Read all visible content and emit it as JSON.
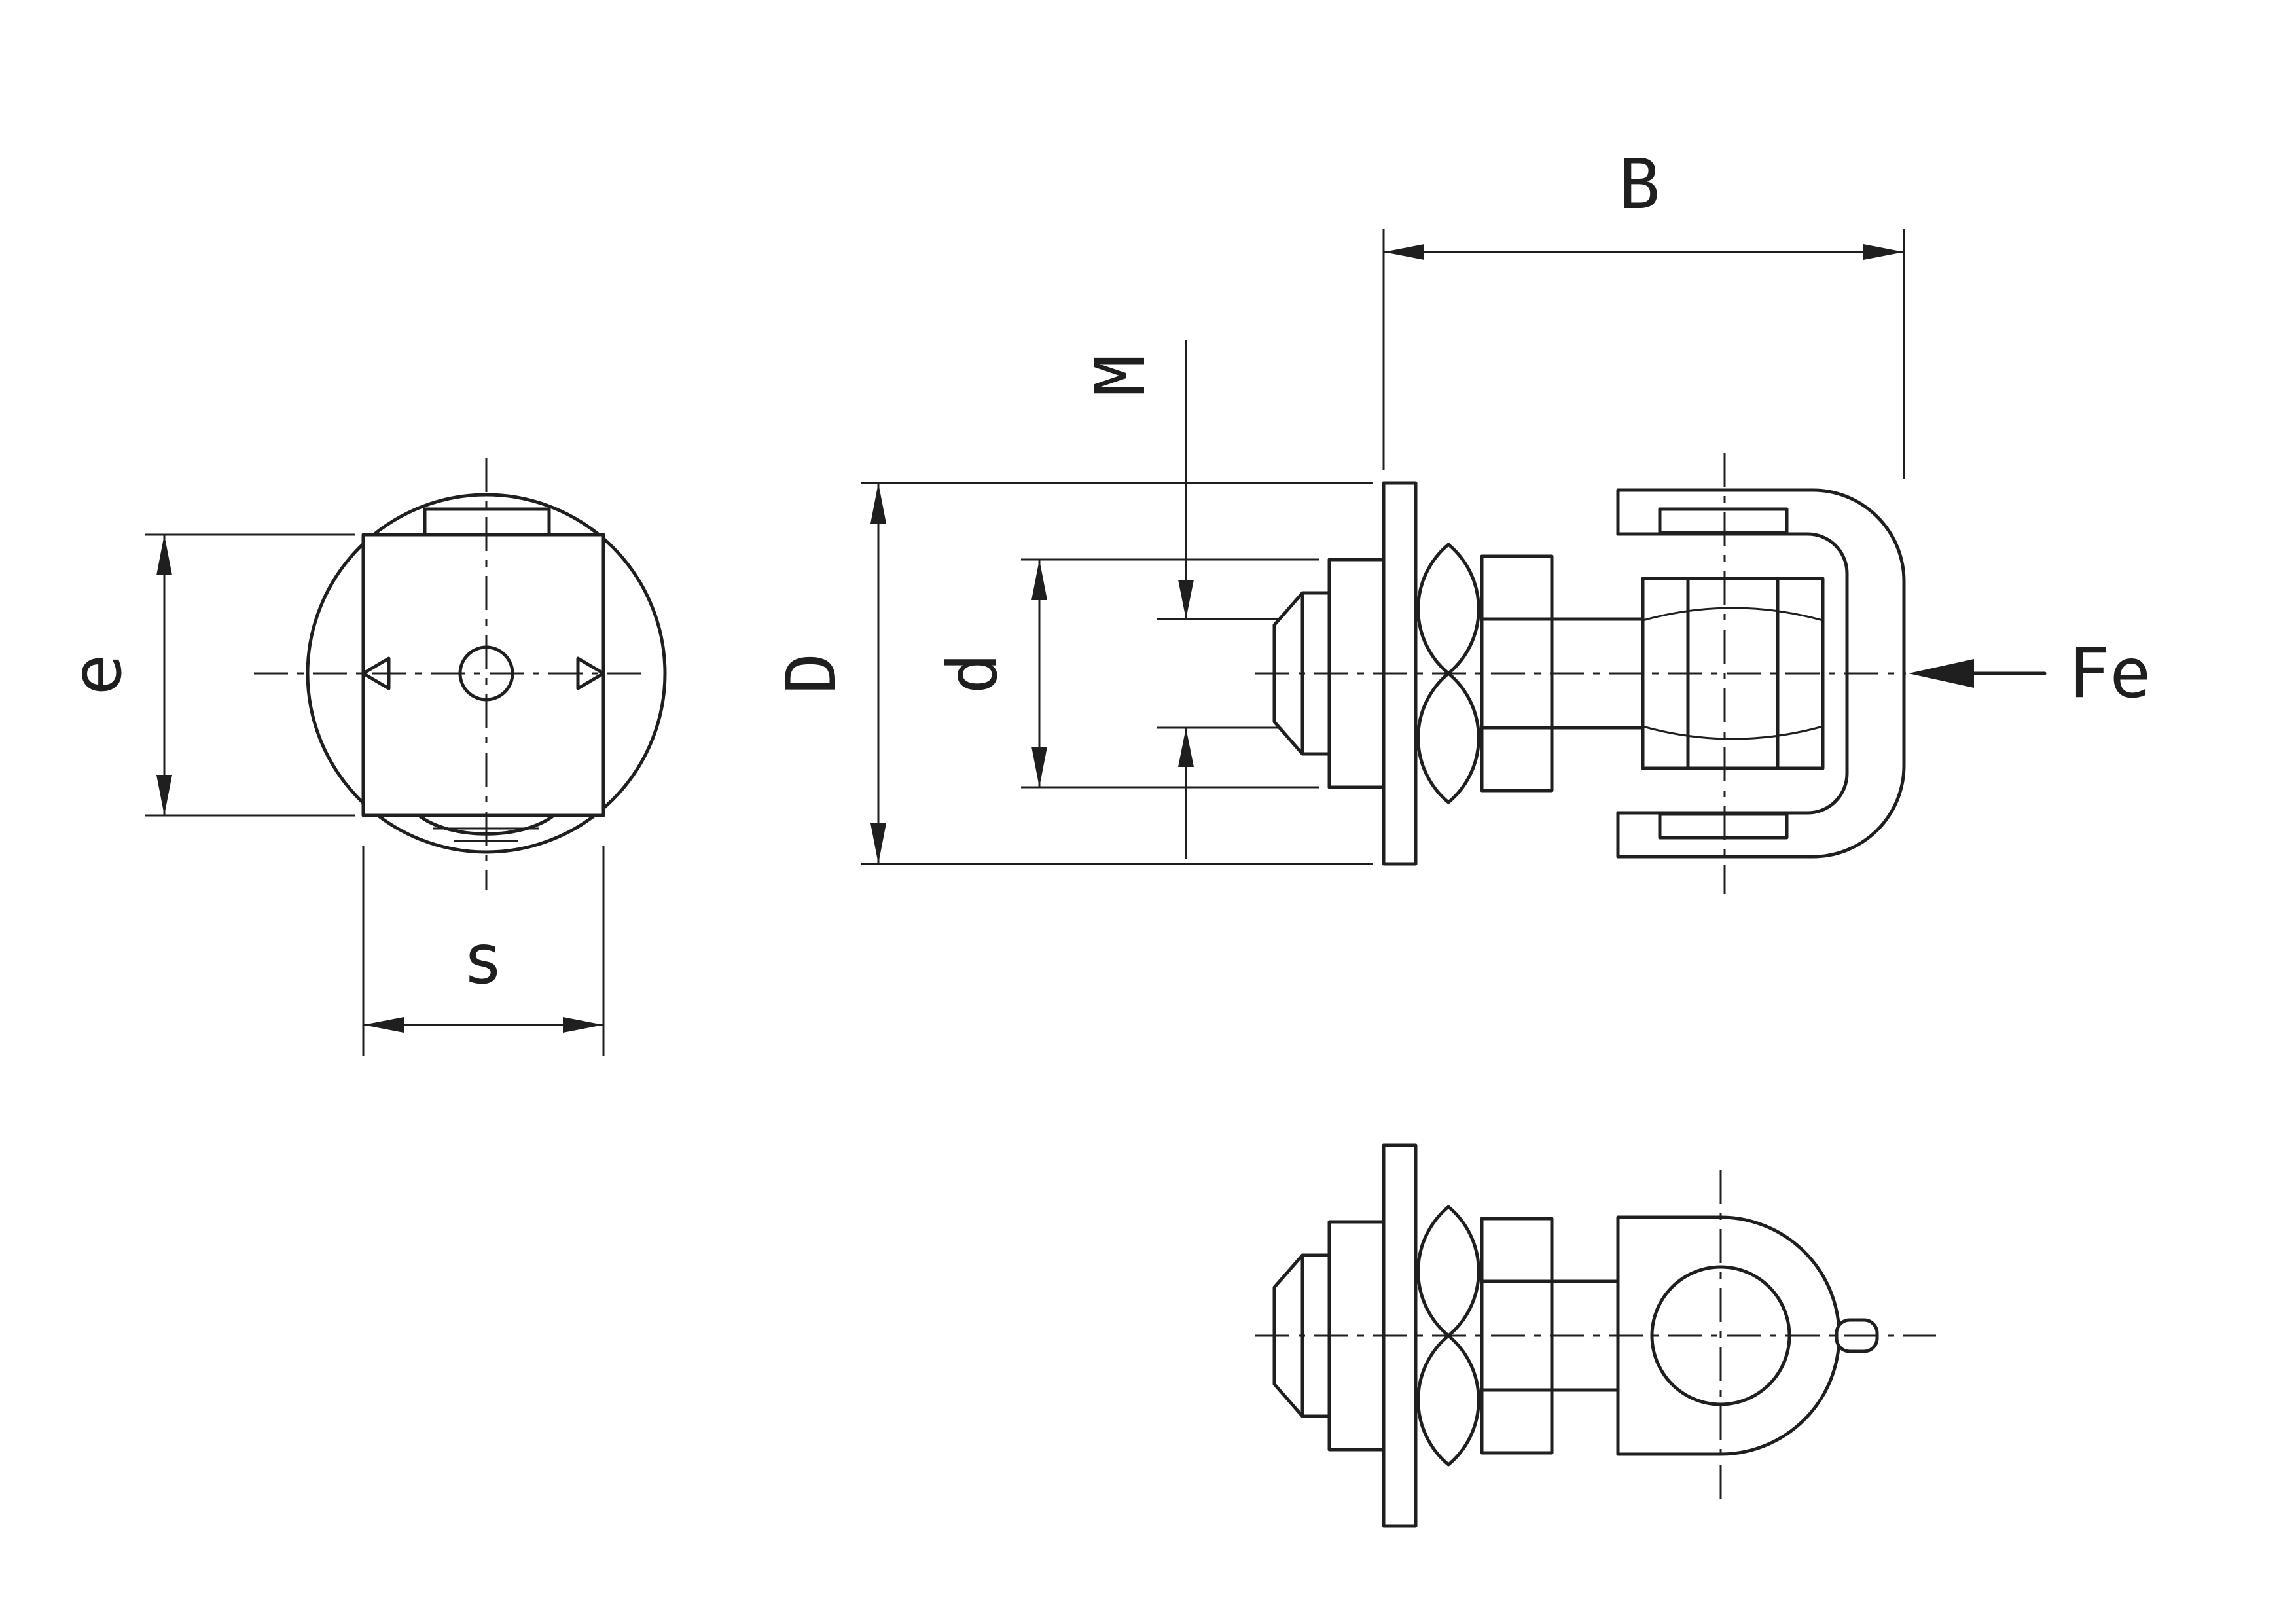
{
  "drawing": {
    "background": "#ffffff",
    "line_color": "#1f1f1f",
    "labels": {
      "B": "B",
      "M": "M",
      "D": "D",
      "d": "d",
      "e": "e",
      "s": "s",
      "Fe": "Fe"
    }
  }
}
